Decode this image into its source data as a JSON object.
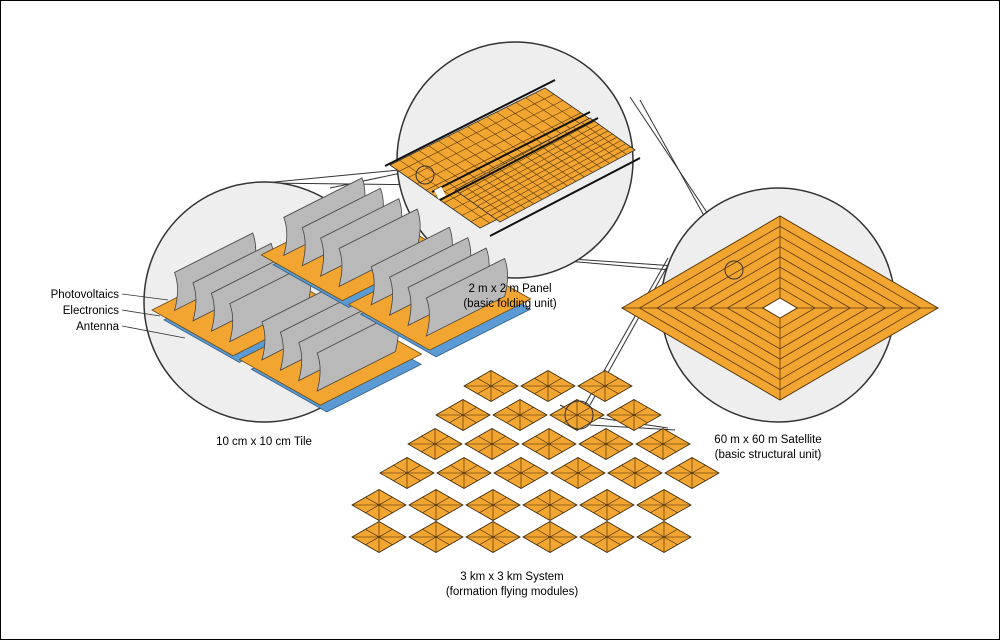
{
  "diagram": {
    "tile": {
      "caption": "10 cm x 10 cm Tile",
      "layers": [
        "Photovoltaics",
        "Electronics",
        "Antenna"
      ]
    },
    "panel": {
      "caption_line1": "2 m x 2 m Panel",
      "caption_line2": "(basic folding unit)"
    },
    "satellite": {
      "caption_line1": "60 m x 60 m Satellite",
      "caption_line2": "(basic structural unit)"
    },
    "system": {
      "caption_line1": "3 km x 3 km System",
      "caption_line2": "(formation flying modules)"
    }
  },
  "colors": {
    "orange": "#f2a531",
    "blue": "#5b9bd5",
    "grey": "#b9b9b9",
    "circle_fill": "#eeeeee",
    "outline": "#222222"
  }
}
